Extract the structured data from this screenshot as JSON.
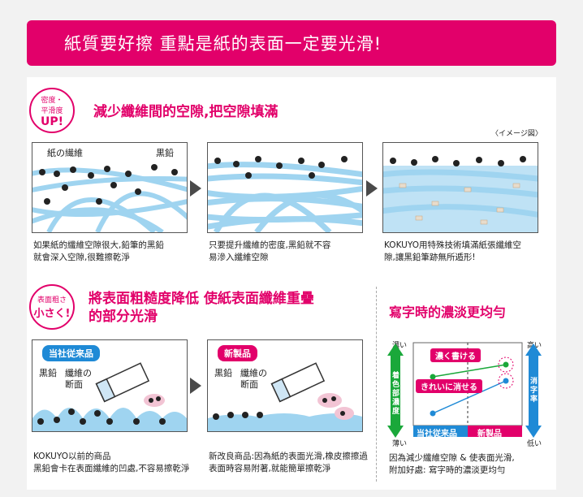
{
  "banner": {
    "title": "紙質要好擦 重點是紙的表面一定要光滑!"
  },
  "section1": {
    "badge": {
      "line1": "密度・",
      "line2": "平滑度",
      "line3": "UP!"
    },
    "title": "減少纖維間的空隙,把空隙填滿",
    "note": "〈イメージ図〉",
    "labels": {
      "fiber": "紙の繊維",
      "graphite": "黒鉛"
    },
    "captions": [
      {
        "line1": "如果紙的纖維空隙很大,鉛筆的黑鉛",
        "line2": "就會深入空隙,很難擦乾淨"
      },
      {
        "line1": "只要提升纖維的密度,黑鉛就不容",
        "line2": "易滲入纖維空隙"
      },
      {
        "line1": "KOKUYO用特殊技術填滿紙張纖維空",
        "line2": "隙,讓黑鉛筆跡無所遁形!"
      }
    ]
  },
  "section2": {
    "badge": {
      "line1": "表面粗さ",
      "line2": "小さく!"
    },
    "title_line1": "將表面粗糙度降低 使紙表面纖維重疊",
    "title_line2": "的部分光滑",
    "panels": [
      {
        "tag": "当社従来品",
        "graphite": "黒鉛",
        "fiber_line1": "纖維の",
        "fiber_line2": "断面",
        "caption_line1": "KOKUYO以前的商品",
        "caption_line2": "黑鉛會卡在表面纖維的凹處,不容易擦乾淨"
      },
      {
        "tag": "新製品",
        "graphite": "黒鉛",
        "fiber_line1": "纖維の",
        "fiber_line2": "断面",
        "caption_line1": "新改良商品:因為紙的表面光滑,橡皮擦擦過",
        "caption_line2": "表面時容易附著,就能簡單擦乾淨"
      }
    ]
  },
  "section3": {
    "title": "寫字時的濃淡更均勻",
    "left_top": "濃い",
    "left_bottom": "薄い",
    "left_axis": "着色部濃度",
    "right_top": "高い",
    "right_bottom": "低い",
    "right_axis": "消字率",
    "callout1": "濃く書ける",
    "callout2": "きれいに消せる",
    "cat1": "当社従来品",
    "cat2": "新製品",
    "caption_line1": "因為減少纖維空隙 & 使表面光滑,",
    "caption_line2": "附加好處: 寫字時的濃淡更均勻"
  },
  "chart_data": {
    "type": "line",
    "categories": [
      "当社従来品",
      "新製品"
    ],
    "series": [
      {
        "name": "濃く書ける",
        "values": [
          0.6,
          0.75
        ]
      },
      {
        "name": "きれいに消せる",
        "values": [
          0.15,
          0.55
        ]
      }
    ],
    "xlabel": "",
    "ylabel": "着色部濃度"
  },
  "colors": {
    "pink": "#e2006a",
    "blue": "#1f8ad6",
    "green": "#1aa83a",
    "fiber": "#9fd4f0"
  }
}
